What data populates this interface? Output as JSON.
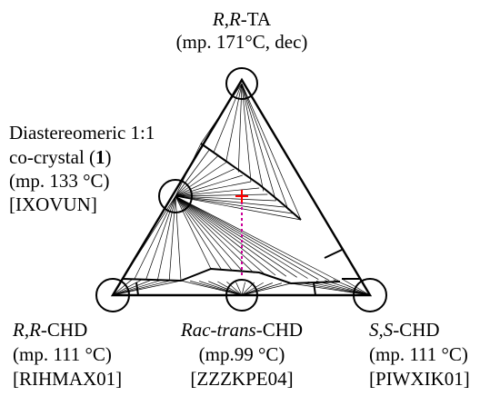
{
  "labels": {
    "top": {
      "name_prefix": "R",
      "name_sep": ",",
      "name_mid": "R",
      "name_suffix": "-TA",
      "line2": "(mp. 171°C, dec)"
    },
    "cocrystal": {
      "line1": "Diastereomeric 1:1",
      "line2_prefix": "co-crystal (",
      "line2_bold": "1",
      "line2_suffix": ")",
      "line3": "(mp. 133 °C)",
      "line4": "[IXOVUN]"
    },
    "left": {
      "name_prefix": "R",
      "name_sep": ",",
      "name_mid": "R",
      "name_suffix": "-CHD",
      "line2": "(mp. 111 °C)",
      "line3": "[RIHMAX01]"
    },
    "middle": {
      "name_italic": "Rac-trans",
      "name_suffix": "-CHD",
      "line2": "(mp.99 °C)",
      "line3": "[ZZZKPE04]"
    },
    "right": {
      "name_italic": "S,S",
      "name_suffix": "-CHD",
      "line2": "(mp. 111 °C)",
      "line3": "[PIWXIK01]"
    }
  },
  "colors": {
    "lines": "#000000",
    "marker": "#ff0000",
    "dashed": "#cc0099"
  }
}
